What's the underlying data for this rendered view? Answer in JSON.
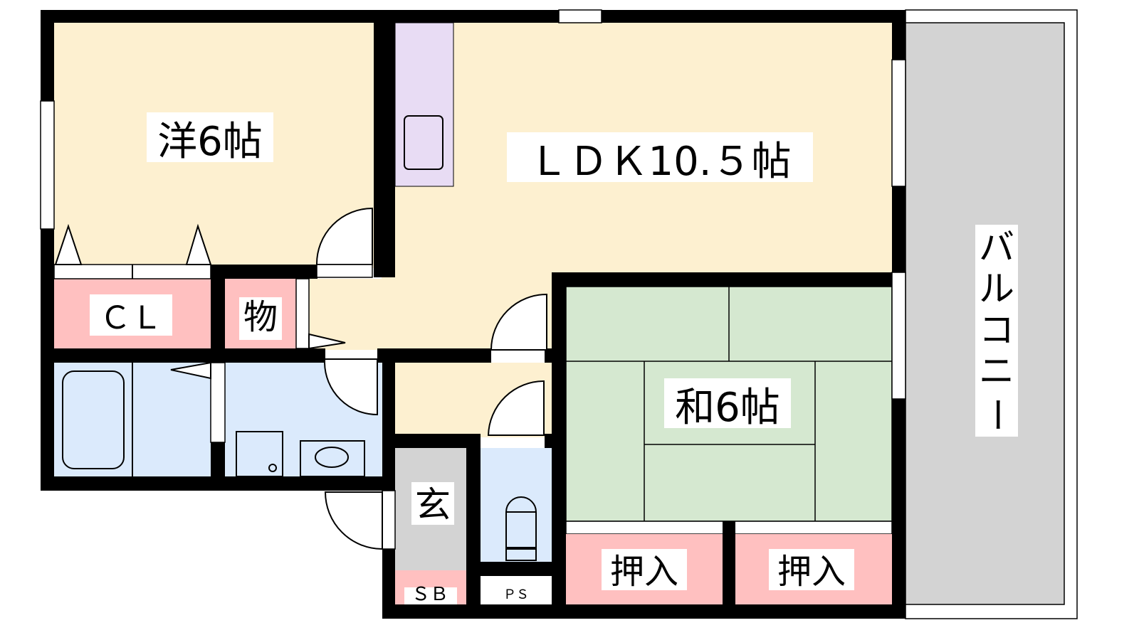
{
  "rooms": {
    "western": "洋6帖",
    "ldk": "ＬＤＫ10.５帖",
    "japanese": "和6帖",
    "closet": "ＣＬ",
    "storage": "物",
    "entrance": "玄",
    "shoebox": "ＳＢ",
    "pipe_space": "ＰＳ",
    "oshiire_left": "押入",
    "oshiire_right": "押入",
    "balcony": [
      "バ",
      "ル",
      "コ",
      "ニ",
      "ー"
    ]
  },
  "colors": {
    "living": "#fdf0d0",
    "storage": "#ffc0c0",
    "water": "#dbeafc",
    "tatami": "#d5e8d0",
    "entrance": "#d3d3d3",
    "kitchen": "#e8dcf4",
    "wall": "#000000"
  }
}
